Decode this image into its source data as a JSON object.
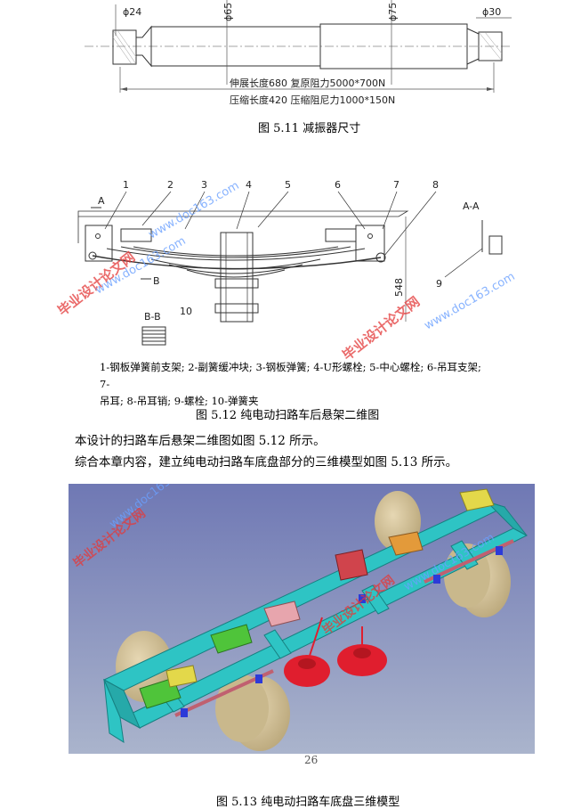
{
  "fig511": {
    "dims": {
      "d24": "ϕ24",
      "d65": "ϕ65",
      "d75": "ϕ75",
      "d30": "ϕ30"
    },
    "note1": "伸展长度680  复原阻力5000*700N",
    "note2": "压缩长度420  压缩阻尼力1000*150N",
    "caption": "图 5.11  减振器尺寸"
  },
  "fig512": {
    "labels": [
      "1",
      "2",
      "3",
      "4",
      "5",
      "6",
      "7",
      "8",
      "9",
      "10"
    ],
    "section_a": "A",
    "section_b": "B",
    "section_aa": "A-A",
    "section_bb": "B-B",
    "height_dim": "548",
    "legend_line1": "1-钢板弹簧前支架; 2-副簧缓冲块; 3-钢板弹簧; 4-U形螺栓; 5-中心螺栓; 6-吊耳支架; 7-",
    "legend_line2": "吊耳; 8-吊耳销; 9-螺栓; 10-弹簧夹",
    "caption": "图 5.12  纯电动扫路车后悬架二维图"
  },
  "paragraph1": "本设计的扫路车后悬架二维图如图 5.12 所示。",
  "paragraph2": "综合本章内容，建立纯电动扫路车底盘部分的三维模型如图 5.13 所示。",
  "fig513": {
    "caption": "图 5.13  纯电动扫路车底盘三维模型"
  },
  "page_number": "26",
  "watermarks": {
    "cn": "毕业设计论文网",
    "url": "www.doc163.com"
  },
  "colors": {
    "frame": "#2ec4c4",
    "wheel": "#d3bf94",
    "bg_3d": "#7b86b8",
    "brush": "#e01e2e",
    "bracket_yellow": "#e3d84a",
    "bracket_green": "#4fc43a",
    "bracket_pink": "#e7a5ad"
  }
}
